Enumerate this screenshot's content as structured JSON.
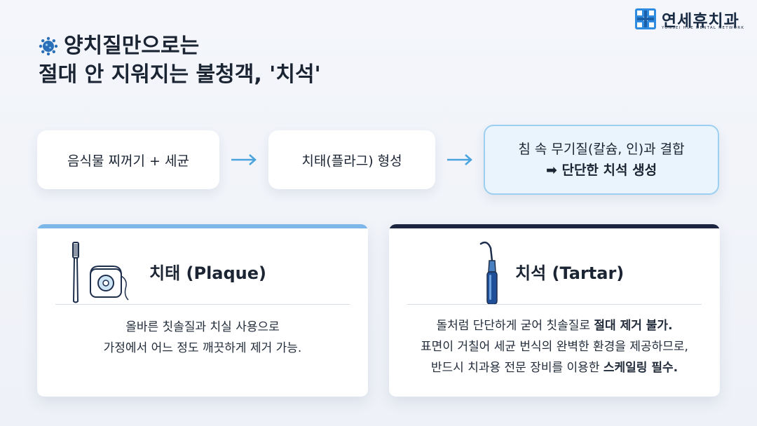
{
  "logo": {
    "name": "연세휴치과",
    "tagline": "YONSEI HUE DENTAL NETWORK"
  },
  "title": {
    "line1": "양치질만으로는",
    "line2": "절대 안 지워지는 불청객, '치석'"
  },
  "flow": {
    "step1": "음식물 찌꺼기 + 세균",
    "step2": "치태(플라그) 형성",
    "step3_line1": "침 속 무기질(칼슘, 인)과 결합",
    "step3_line2": "➡ 단단한 치석 생성"
  },
  "plaque_card": {
    "title": "치태 (Plaque)",
    "body_line1": "올바른 칫솔질과 치실 사용으로",
    "body_line2": "가정에서 어느 정도 깨끗하게 제거 가능."
  },
  "tartar_card": {
    "title": "치석 (Tartar)",
    "line1_pre": "돌처럼 단단하게 굳어 칫솔질로 ",
    "line1_bold": "절대 제거 불가.",
    "line2": "표면이 거칠어 세균 번식의 완벽한 환경을 제공하므로,",
    "line3_pre": "반드시 치과용 전문 장비를 이용한 ",
    "line3_bold": "스케일링 필수."
  },
  "icons": [
    "virus-icon",
    "arrow-right-icon",
    "toothbrush-icon",
    "floss-icon",
    "scaler-icon",
    "logo-icon"
  ],
  "colors": {
    "accent_light": "#7db6e8",
    "accent_dark": "#1b2540",
    "highlight_bg": "#e9f4fd",
    "highlight_border": "#9bd0f0"
  }
}
